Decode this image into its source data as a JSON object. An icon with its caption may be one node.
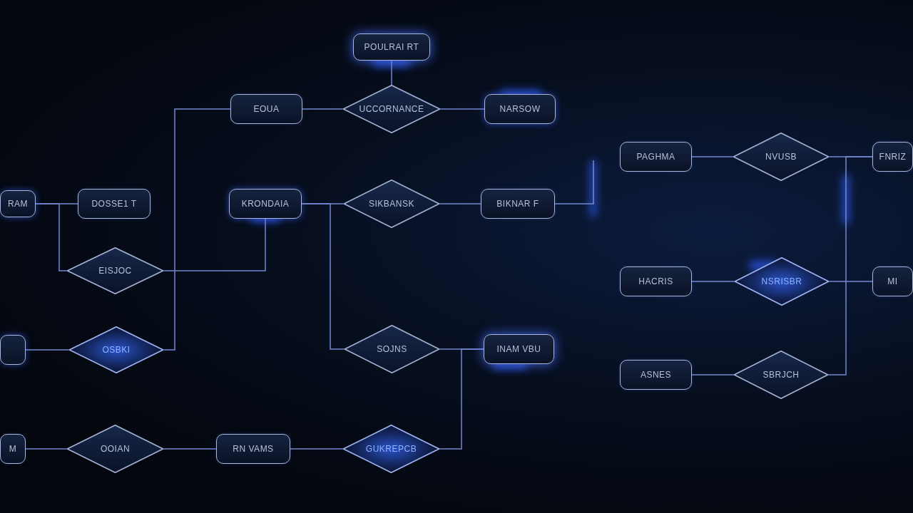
{
  "diagram": {
    "nodes": [
      {
        "text": [
          "RAM"
        ]
      },
      {
        "text": [
          "DOSSE1 T"
        ]
      },
      {
        "text": [
          "EOUA"
        ]
      },
      {
        "text": [
          "POULRAI RT"
        ]
      },
      {
        "text": [
          "UCCORNANCE"
        ]
      },
      {
        "text": [
          "NARSOW"
        ]
      },
      {
        "text": [
          "KRONDAIA"
        ]
      },
      {
        "text": [
          "SIKBANSK"
        ]
      },
      {
        "text": [
          "BIKNAR F"
        ]
      },
      {
        "text": [
          "EISJOC"
        ]
      },
      {
        "text": [],
        "shape": "box"
      },
      {
        "text": [
          "OSBKI"
        ]
      },
      {
        "text": [
          "SOJNS"
        ]
      },
      {
        "text": [
          "INAM VBU"
        ]
      },
      {
        "text": [
          "M"
        ]
      },
      {
        "text": [
          "OOIAN"
        ]
      },
      {
        "text": [
          "RN VAMS"
        ]
      },
      {
        "text": [
          "GUKREPCB"
        ]
      },
      {
        "text": [
          "PAGHMA"
        ]
      },
      {
        "text": [
          "NVUSB"
        ]
      },
      {
        "text": [
          "FNRIZ"
        ]
      },
      {
        "text": [
          "HACRIS"
        ]
      },
      {
        "text": [
          "NSRISBR"
        ]
      },
      {
        "text": [
          "MI"
        ]
      },
      {
        "text": [
          "ASNES"
        ]
      },
      {
        "text": [
          "SBRJCH"
        ]
      }
    ],
    "edges": [
      {
        "from": 0,
        "to": 1,
        "arrow": "none"
      },
      {
        "from": 0,
        "to": 9,
        "arrow": "none"
      },
      {
        "from": 9,
        "to": 6,
        "arrow": "none"
      },
      {
        "from": 10,
        "to": 11,
        "arrow": "none"
      },
      {
        "from": 11,
        "to": 2,
        "arrow": "none"
      },
      {
        "from": 2,
        "to": 4,
        "arrow": "none"
      },
      {
        "from": 3,
        "to": 4,
        "arrow": "none"
      },
      {
        "from": 4,
        "to": 5,
        "arrow": "none"
      },
      {
        "from": 6,
        "to": 7,
        "arrow": "none"
      },
      {
        "from": 6,
        "to": 12,
        "arrow": "none"
      },
      {
        "from": 7,
        "to": 8,
        "arrow": "none"
      },
      {
        "from": 8,
        "to": null,
        "arrow": "none"
      },
      {
        "from": 12,
        "to": 13,
        "arrow": "none"
      },
      {
        "from": 17,
        "to": 13,
        "arrow": "none"
      },
      {
        "from": 14,
        "to": 15,
        "arrow": "none"
      },
      {
        "from": 15,
        "to": 16,
        "arrow": "none"
      },
      {
        "from": 16,
        "to": 17,
        "arrow": "none"
      },
      {
        "from": 18,
        "to": 19,
        "arrow": "none"
      },
      {
        "from": 19,
        "to": 20,
        "arrow": "none"
      },
      {
        "from": 25,
        "to": 20,
        "arrow": "none"
      },
      {
        "from": 21,
        "to": 22,
        "arrow": "none"
      },
      {
        "from": 22,
        "to": 23,
        "arrow": "none"
      },
      {
        "from": 24,
        "to": 25,
        "arrow": "none"
      }
    ]
  }
}
